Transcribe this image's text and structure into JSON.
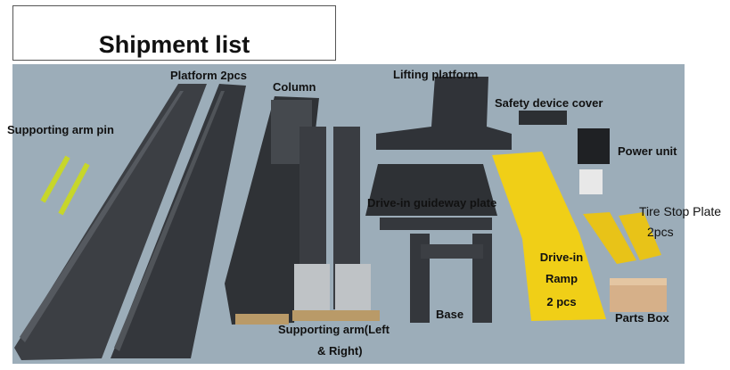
{
  "title": "Shipment list",
  "labels": {
    "supporting_arm_pin": "Supporting arm pin",
    "platform": "Platform 2pcs",
    "column": "Column",
    "lifting_platform": "Lifting platform",
    "safety_device_cover": "Safety device cover",
    "power_unit": "Power unit",
    "guideway_plate": "Drive-in guideway plate",
    "tire_stop_plate_line1": "Tire Stop Plate",
    "tire_stop_plate_line2": "2pcs",
    "drive_in_ramp_line1": "Drive-in",
    "drive_in_ramp_line2": "Ramp",
    "drive_in_ramp_line3": "2 pcs",
    "base": "Base",
    "parts_box": "Parts Box",
    "supporting_arm_line1": "Supporting arm(Left",
    "supporting_arm_line2": "& Right)"
  },
  "colors": {
    "background": "#9aacb9",
    "steel": "#3a3d42",
    "ramp_yellow": "#f2d21a",
    "box": "#d9b48e"
  }
}
